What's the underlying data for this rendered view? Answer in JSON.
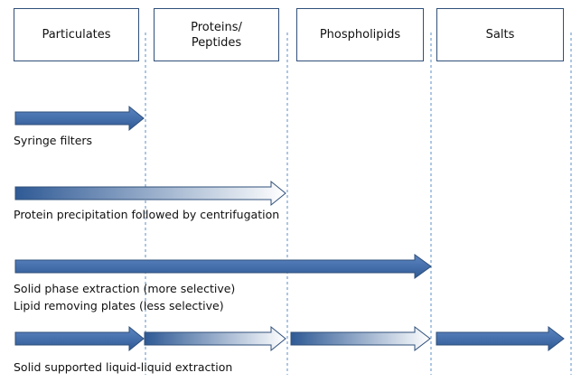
{
  "columns": [
    "Particulates",
    "Proteins/\nPeptides",
    "Phospholipids",
    "Salts"
  ],
  "methods": [
    {
      "label": "Syringe filters"
    },
    {
      "label": "Protein precipitation followed by centrifugation"
    },
    {
      "label": "Solid phase extraction (more selective)"
    },
    {
      "label": "Lipid removing plates (less selective)"
    },
    {
      "label": "Solid supported liquid-liquid extraction"
    }
  ],
  "colors": {
    "arrow_dark": "#3a62a0",
    "arrow_outline": "#2f4f7a",
    "arrow_light": "#ffffff",
    "guide_line": "#5b8fc7"
  }
}
